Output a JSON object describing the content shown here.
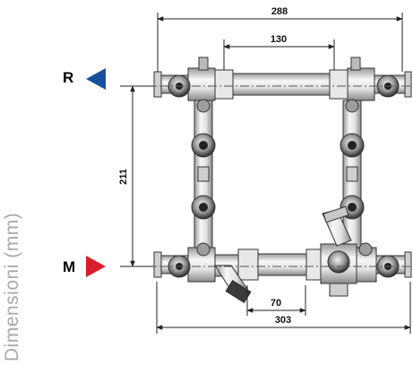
{
  "diagram": {
    "side_title": "Dimensioni (mm)",
    "return_label": "R",
    "flow_label": "M",
    "colors": {
      "return_arrow": "#1a4f9c",
      "flow_arrow": "#d81e2c",
      "metal_light": "#f0f0f0",
      "metal_mid": "#b9b9b9",
      "metal_dark": "#5a5a5a",
      "outline": "#333333",
      "dim_line": "#222222",
      "side_title": "#a9a9a9"
    },
    "dimensions": [
      {
        "id": "overall_top",
        "label": "288"
      },
      {
        "id": "pipe_top",
        "label": "130"
      },
      {
        "id": "vertical",
        "label": "211"
      },
      {
        "id": "filter_gap",
        "label": "70"
      },
      {
        "id": "overall_bottom",
        "label": "303"
      }
    ]
  }
}
